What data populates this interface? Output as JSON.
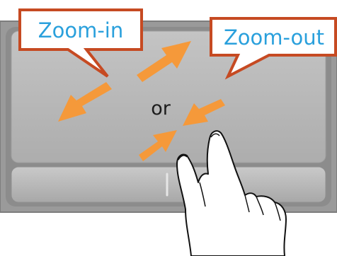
{
  "callouts": {
    "zoom_in": "Zoom-in",
    "zoom_out": "Zoom-out"
  },
  "center_text": "or",
  "icons": [
    "touchpad-surface",
    "left-click-button",
    "right-click-button",
    "hand-pinch-icon"
  ],
  "colors": {
    "arrow": "#f5993a",
    "callout_border": "#c64a22",
    "callout_text": "#2aa0dc",
    "touchpad": "#b6b6b6",
    "touchpad_frame": "#8d8d8d"
  }
}
